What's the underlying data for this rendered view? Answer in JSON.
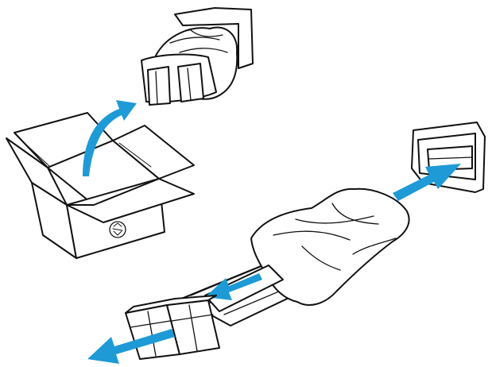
{
  "colors": {
    "line": "#111111",
    "fill": "#ffffff",
    "arrow": "#1e9ad6"
  },
  "icons": {
    "box": "open-cardboard-box",
    "recycle": "recycle-symbol",
    "lift_arrow": "curved-arrow-up",
    "insert_arrow": "straight-arrow",
    "remove_arrow": "straight-arrow"
  }
}
